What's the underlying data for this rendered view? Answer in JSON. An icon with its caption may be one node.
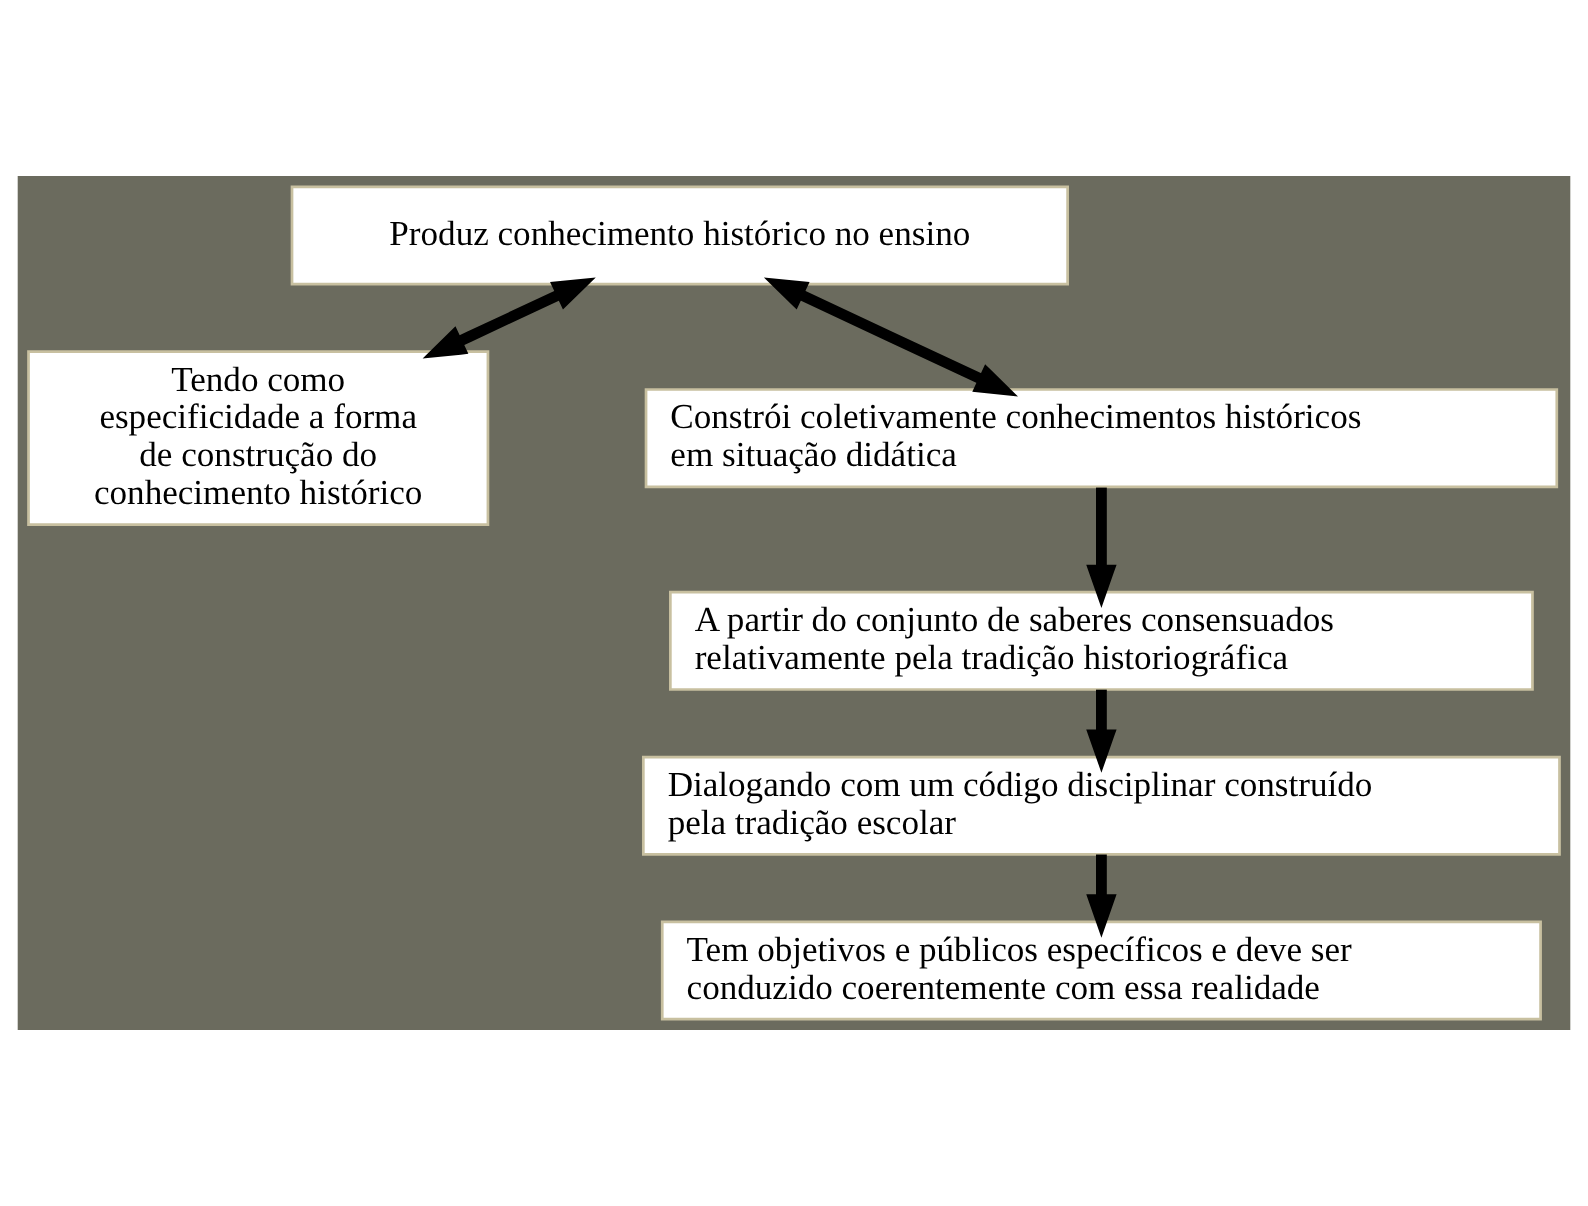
{
  "diagram": {
    "nodes": [
      {
        "text": [
          "Produz conhecimento histórico no ensino"
        ]
      },
      {
        "text": [
          "Tendo como especificidade a forma de construção do conhecimento histórico"
        ]
      },
      {
        "text": [
          "Constrói coletivamente conhecimentos históricos em situação didática"
        ]
      },
      {
        "text": [
          "A partir do conjunto de saberes consensuados relativamente pela tradição historiográfica"
        ]
      },
      {
        "text": [
          "Dialogando com um código disciplinar construído pela tradição escolar"
        ]
      },
      {
        "text": [
          "Tem objetivos e públicos específicos e deve ser conduzido coerentemente com essa realidade"
        ]
      }
    ],
    "edges": [
      {
        "from": 0,
        "to": 1,
        "arrow": "both"
      },
      {
        "from": 0,
        "to": 2,
        "arrow": "both"
      },
      {
        "from": 2,
        "to": 3,
        "arrow": "to"
      },
      {
        "from": 3,
        "to": 4,
        "arrow": "to"
      },
      {
        "from": 4,
        "to": 5,
        "arrow": "to"
      }
    ]
  }
}
